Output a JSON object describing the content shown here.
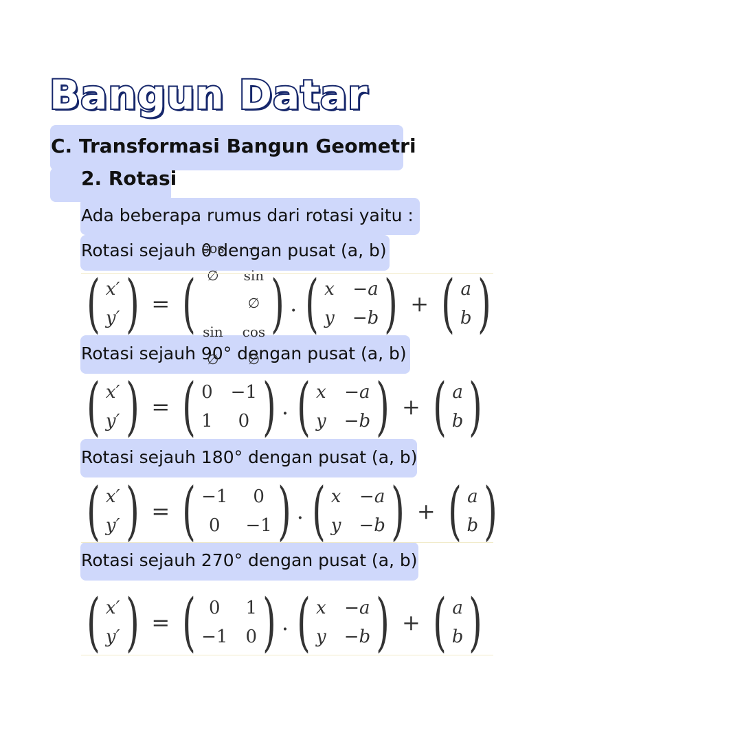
{
  "title": "Bangun Datar",
  "section": "C. Transformasi Bangun Geometri",
  "subsection": "2. Rotasi",
  "intro": "Ada beberapa rumus dari rotasi yaitu :",
  "items": [
    {
      "label": "Rotasi sejauh θ dengan pusat (a, b)",
      "lhs": [
        "x′",
        "y′"
      ],
      "matrix": [
        "cos ∅",
        "− sin ∅",
        "sin ∅",
        "cos ∅"
      ],
      "vec": [
        "x",
        "−a",
        "y",
        "−b"
      ],
      "add": [
        "a",
        "b"
      ],
      "eq": "=",
      "dot": ".",
      "plus": "+"
    },
    {
      "label": "Rotasi sejauh 90° dengan pusat (a, b)",
      "lhs": [
        "x′",
        "y′"
      ],
      "matrix": [
        "0",
        "−1",
        "1",
        "0"
      ],
      "vec": [
        "x",
        "−a",
        "y",
        "−b"
      ],
      "add": [
        "a",
        "b"
      ],
      "eq": "=",
      "dot": ".",
      "plus": "+"
    },
    {
      "label": "Rotasi sejauh 180° dengan pusat (a, b)",
      "lhs": [
        "x′",
        "y′"
      ],
      "matrix": [
        "−1",
        "0",
        "0",
        "−1"
      ],
      "vec": [
        "x",
        "−a",
        "y",
        "−b"
      ],
      "add": [
        "a",
        "b"
      ],
      "eq": "=",
      "dot": ".",
      "plus": "+"
    },
    {
      "label": "Rotasi sejauh 270° dengan pusat (a, b)",
      "lhs": [
        "x′",
        "y′"
      ],
      "matrix": [
        "0",
        "1",
        "−1",
        "0"
      ],
      "vec": [
        "x",
        "−a",
        "y",
        "−b"
      ],
      "add": [
        "a",
        "b"
      ],
      "eq": "=",
      "dot": ".",
      "plus": "+"
    }
  ],
  "colors": {
    "highlight": "#cfd8fb",
    "title_outline": "#16276b",
    "text": "#111111"
  }
}
